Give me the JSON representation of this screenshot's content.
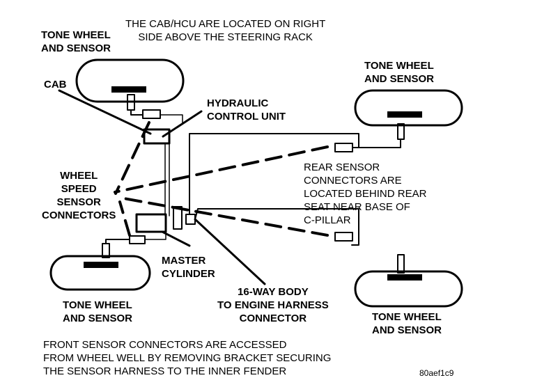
{
  "colors": {
    "ink": "#000000",
    "paper": "#ffffff"
  },
  "labels": {
    "top_note": [
      "THE CAB/HCU ARE LOCATED ON RIGHT",
      "SIDE ABOVE THE STEERING RACK"
    ],
    "tone_front_left_top": [
      "TONE WHEEL",
      "AND SENSOR"
    ],
    "tone_rear_right_top": [
      "TONE WHEEL",
      "AND SENSOR"
    ],
    "cab": "CAB",
    "hcu": [
      "HYDRAULIC",
      "CONTROL UNIT"
    ],
    "wss_connectors": [
      "WHEEL",
      "SPEED",
      "SENSOR",
      "CONNECTORS"
    ],
    "rear_note": [
      "REAR SENSOR",
      "CONNECTORS ARE",
      "LOCATED BEHIND REAR",
      "SEAT NEAR BASE OF",
      "C-PILLAR"
    ],
    "master_cylinder": [
      "MASTER",
      "CYLINDER"
    ],
    "body_connector": [
      "16-WAY BODY",
      "TO ENGINE HARNESS",
      "CONNECTOR"
    ],
    "tone_front_left_bottom": [
      "TONE WHEEL",
      "AND SENSOR"
    ],
    "tone_rear_right_bottom": [
      "TONE WHEEL",
      "AND SENSOR"
    ],
    "bottom_note": [
      "FRONT SENSOR CONNECTORS ARE ACCESSED",
      "FROM WHEEL WELL BY REMOVING BRACKET SECURING",
      "THE SENSOR HARNESS TO THE INNER FENDER"
    ],
    "figure_code": "80aef1c9"
  }
}
